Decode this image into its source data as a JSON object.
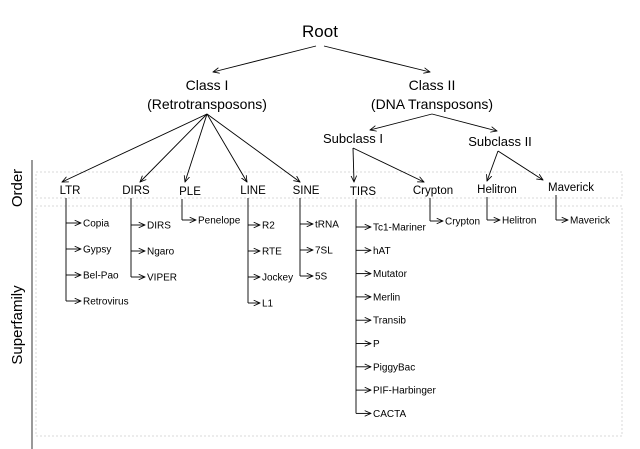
{
  "root": "Root",
  "classes": [
    {
      "line1": "Class I",
      "line2": "(Retrotransposons)"
    },
    {
      "line1": "Class II",
      "line2": "(DNA Transposons)"
    }
  ],
  "subclasses": [
    "Subclass I",
    "Subclass II"
  ],
  "band_labels": {
    "order": "Order",
    "superfamily": "Superfamily"
  },
  "orders": [
    {
      "name": "LTR",
      "families": [
        "Copia",
        "Gypsy",
        "Bel-Pao",
        "Retrovirus"
      ]
    },
    {
      "name": "DIRS",
      "families": [
        "DIRS",
        "Ngaro",
        "VIPER"
      ]
    },
    {
      "name": "PLE",
      "families": [
        "Penelope"
      ]
    },
    {
      "name": "LINE",
      "families": [
        "R2",
        "RTE",
        "Jockey",
        "L1"
      ]
    },
    {
      "name": "SINE",
      "families": [
        "tRNA",
        "7SL",
        "5S"
      ]
    },
    {
      "name": "TIRS",
      "families": [
        "Tc1-Mariner",
        "hAT",
        "Mutator",
        "Merlin",
        "Transib",
        "P",
        "PiggyBac",
        "PIF-Harbinger",
        "CACTA"
      ]
    },
    {
      "name": "Crypton",
      "families": [
        "Crypton"
      ]
    },
    {
      "name": "Helitron",
      "families": [
        "Helitron"
      ]
    },
    {
      "name": "Maverick",
      "families": [
        "Maverick"
      ]
    }
  ]
}
